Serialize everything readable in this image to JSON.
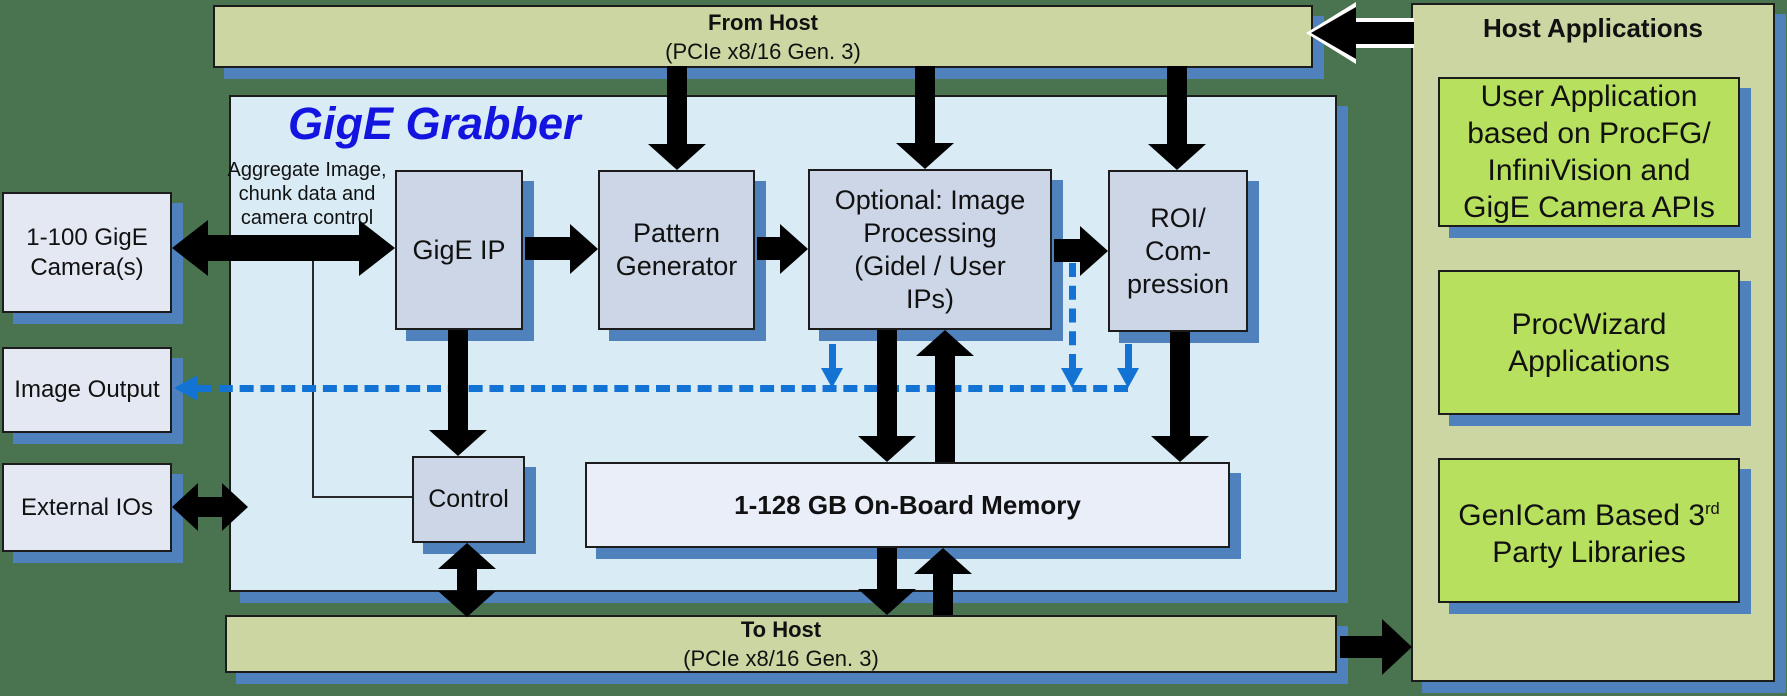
{
  "colors": {
    "background": "#4a7450",
    "bar_fill": "#cbd6a2",
    "panel_fill": "#d9ecf5",
    "block_fill": "#ccd6e6",
    "memory_fill": "#e9eef8",
    "io_fill": "#e3e8f3",
    "app_fill": "#b7e05e",
    "shadow_blue": "#4f81bd",
    "dashed_blue": "#1273d4",
    "grabber_title_blue": "#1414e0",
    "arrow_black": "#000000"
  },
  "top_bar": {
    "title": "From Host",
    "subtitle": "(PCIe x8/16 Gen. 3)"
  },
  "bottom_bar": {
    "title": "To Host",
    "subtitle": "(PCIe x8/16 Gen. 3)"
  },
  "left_column": {
    "cameras": "1-100 GigE\nCamera(s)",
    "image_output": "Image Output",
    "external_ios": "External IOs"
  },
  "grabber": {
    "title": "GigE Grabber",
    "annotation": "Aggregate Image,\nchunk data and\ncamera control",
    "blocks": {
      "gige_ip": "GigE IP",
      "pattern_generator": "Pattern\nGenerator",
      "image_processing": "Optional: Image\nProcessing\n(Gidel / User\nIPs)",
      "roi_compression": "ROI/\nCom-\npression",
      "control": "Control",
      "memory": "1-128 GB On-Board Memory"
    }
  },
  "host_panel": {
    "title": "Host Applications",
    "user_app": "User Application\nbased on ProcFG/\nInfiniVision and\nGigE Camera APIs",
    "procwizard": "ProcWizard\nApplications",
    "genicam_line1": "GenICam Based 3",
    "genicam_sup": "rd",
    "genicam_line2": "Party Libraries"
  }
}
